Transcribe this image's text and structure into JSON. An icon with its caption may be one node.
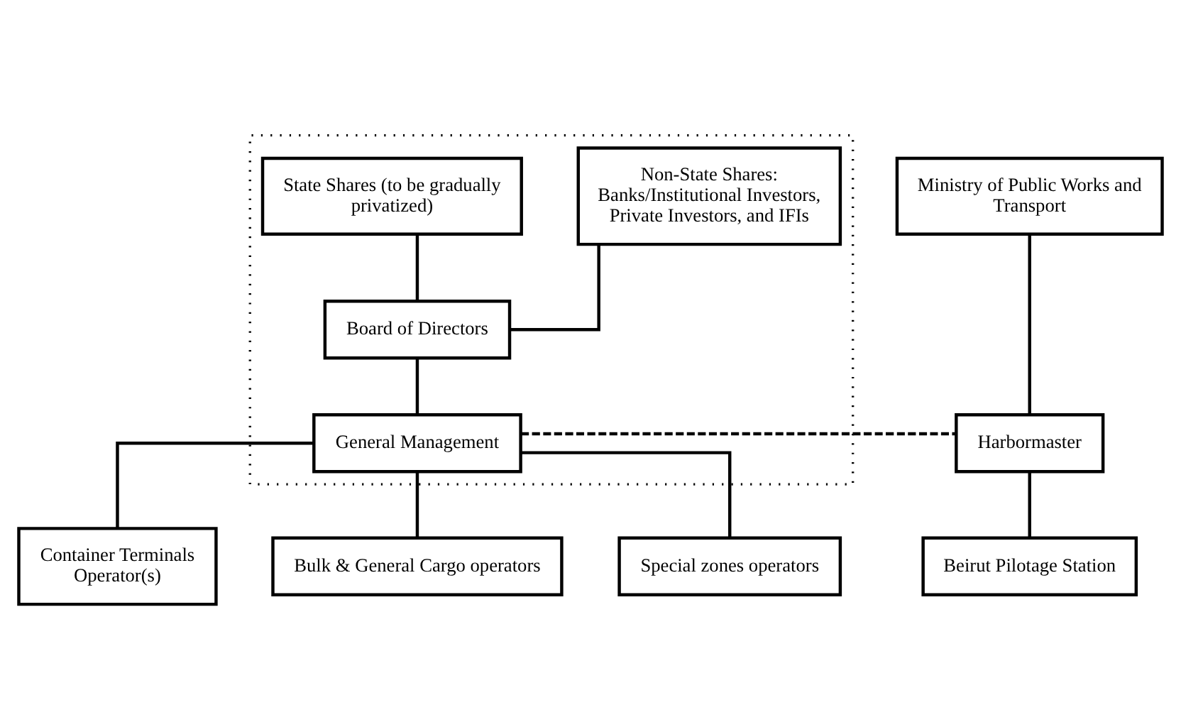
{
  "diagram": {
    "nodes": [
      {
        "text": [],
        "shape": "box"
      },
      {
        "text": [
          "State Shares (to be gradually privatized)"
        ],
        "in": 0
      },
      {
        "text": [
          "Non-State Shares: Banks/Institutional Investors, Private Investors, and IFIs"
        ],
        "in": 0
      },
      {
        "text": [
          "Ministry of Public Works and Transport"
        ]
      },
      {
        "text": [
          "Board of Directors"
        ],
        "in": 0
      },
      {
        "text": [
          "General Management"
        ],
        "in": 0
      },
      {
        "text": [
          "Harbormaster"
        ]
      },
      {
        "text": [
          "Container Terminals Operator(s)"
        ]
      },
      {
        "text": [
          "Bulk & General Cargo operators"
        ]
      },
      {
        "text": [
          "Special zones operators"
        ]
      },
      {
        "text": [
          "Beirut Pilotage Station"
        ]
      }
    ],
    "edges": [
      {
        "from": 1,
        "to": 4,
        "arrow": "none"
      },
      {
        "from": 2,
        "to": 4,
        "arrow": "none"
      },
      {
        "from": 4,
        "to": 5,
        "arrow": "none"
      },
      {
        "from": 5,
        "to": 6,
        "arrow": "none",
        "style": "dashed"
      },
      {
        "from": 3,
        "to": 6,
        "arrow": "none"
      },
      {
        "from": 5,
        "to": 7,
        "arrow": "none"
      },
      {
        "from": 5,
        "to": 8,
        "arrow": "none"
      },
      {
        "from": 5,
        "to": 9,
        "arrow": "none"
      },
      {
        "from": 6,
        "to": 10,
        "arrow": "none"
      }
    ]
  }
}
